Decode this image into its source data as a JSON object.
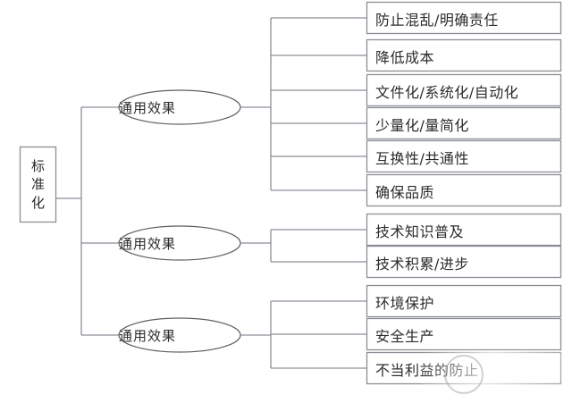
{
  "diagram": {
    "type": "tree-mindmap",
    "title_text": "标准化",
    "root": {
      "name": "root-node",
      "shape": "rectangle",
      "chars": [
        "标",
        "准",
        "化"
      ]
    },
    "branches": [
      {
        "id": "branch-1",
        "ellipse_label": "通用效果",
        "leaves": [
          "防止混乱/明确责任",
          "降低成本",
          "文件化/系统化/自动化",
          "少量化/量简化",
          "互换性/共通性",
          "确保品质"
        ]
      },
      {
        "id": "branch-2",
        "ellipse_label": "通用效果",
        "leaves": [
          "技术知识普及",
          "技术积累/进步"
        ]
      },
      {
        "id": "branch-3",
        "ellipse_label": "通用效果",
        "leaves": [
          "环境保护",
          "安全生产",
          "不当利益的防止"
        ]
      }
    ],
    "colors": {
      "background": "#ffffff",
      "line": "#8a8f96",
      "box_border": "#8a8f96",
      "box_fill": "#ffffff",
      "text": "#2b2b2b"
    }
  }
}
